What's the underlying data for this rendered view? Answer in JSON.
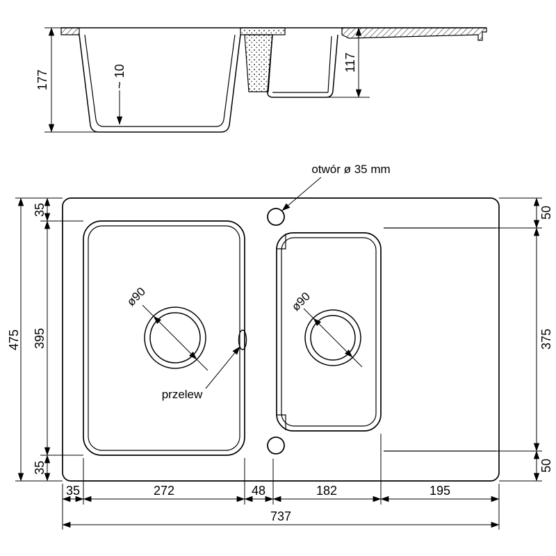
{
  "drawing": {
    "kind": "sink-technical-drawing"
  },
  "side_view": {
    "dim_total_depth": "177",
    "dim_bottom_thickness": "~ 10",
    "dim_small_bowl_depth": "117"
  },
  "plan_view": {
    "hole_label": "otwór ø 35 mm",
    "overflow_label": "przelew",
    "drain_left_label": "ø90",
    "drain_right_label": "ø90",
    "dim_total_height": "475",
    "dims_left": [
      "35",
      "395",
      "35"
    ],
    "dims_right": [
      "50",
      "375",
      "50"
    ],
    "dims_bottom": [
      "35",
      "272",
      "48",
      "182",
      "195"
    ],
    "dim_total_width": "737"
  },
  "colors": {
    "line": "#000000",
    "background": "#ffffff"
  }
}
